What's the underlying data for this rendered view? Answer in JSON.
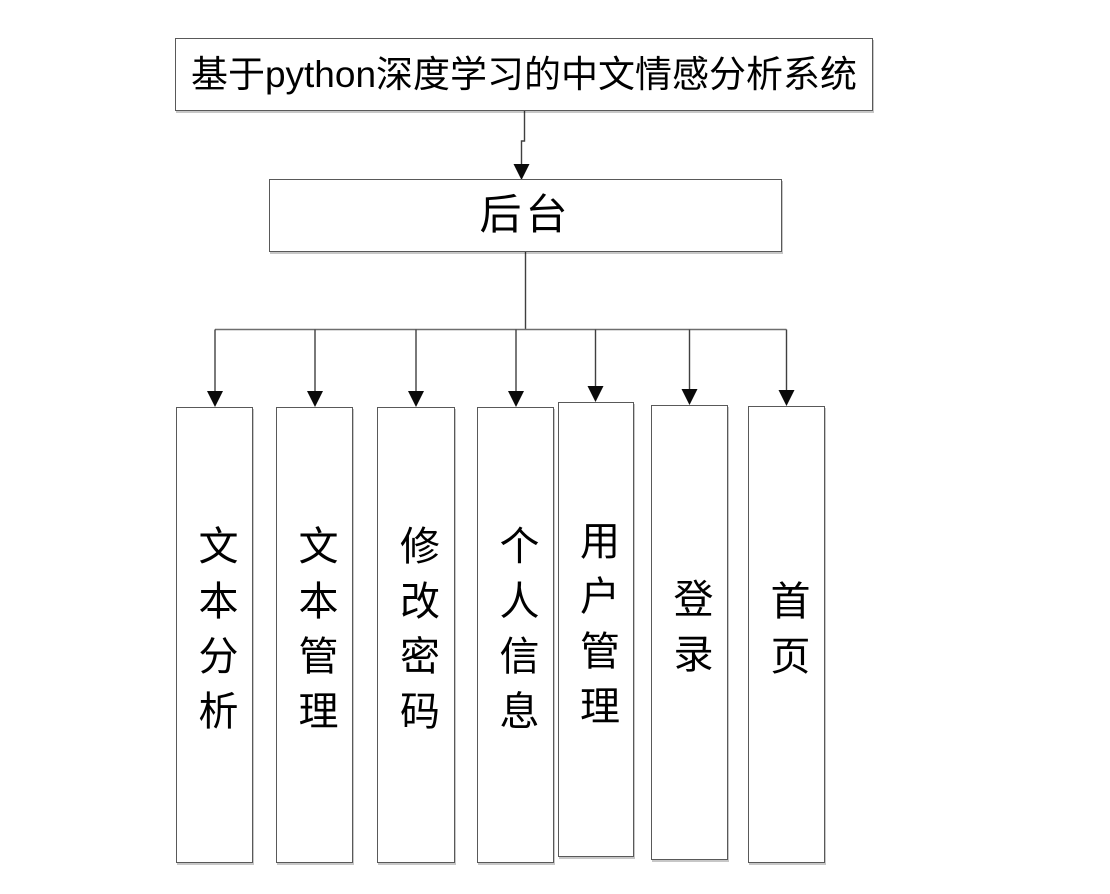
{
  "diagram": {
    "title": "基于python深度学习的中文情感分析系统",
    "backend_label": "后台",
    "modules": [
      {
        "label": "文本分析"
      },
      {
        "label": "文本管理"
      },
      {
        "label": "修改密码"
      },
      {
        "label": "个人信息"
      },
      {
        "label": "用户管理"
      },
      {
        "label": "登录"
      },
      {
        "label": "首页"
      }
    ],
    "colors": {
      "line": "#404040",
      "border": "#595959",
      "arrow": "#0a0a0a",
      "background": "#ffffff",
      "text": "#000000"
    }
  }
}
